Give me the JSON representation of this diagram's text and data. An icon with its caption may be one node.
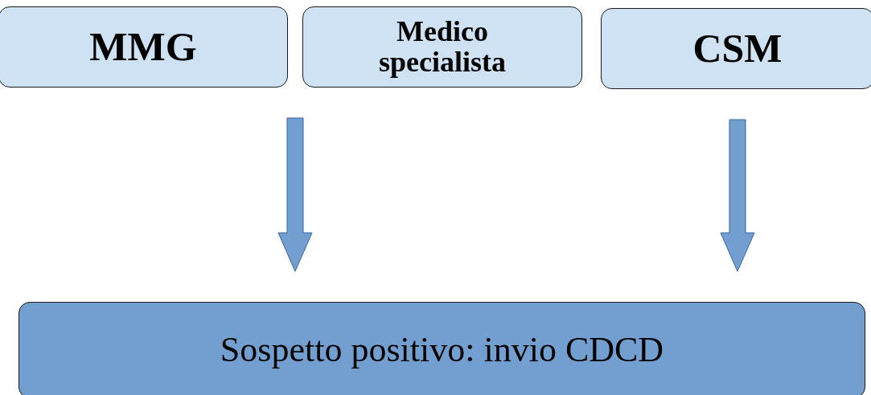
{
  "diagram": {
    "nodes": [
      {
        "text": [
          "MMG"
        ]
      },
      {
        "text": [
          "Medico specialista"
        ]
      },
      {
        "text": [
          "CSM"
        ]
      },
      {
        "text": [
          "Sospetto positivo: invio CDCD"
        ]
      }
    ],
    "edges": [
      {
        "from": 0,
        "to": 3,
        "arrow": "to"
      },
      {
        "from": 1,
        "to": 3,
        "arrow": "to"
      },
      {
        "from": 2,
        "to": 3,
        "arrow": "to"
      }
    ]
  }
}
